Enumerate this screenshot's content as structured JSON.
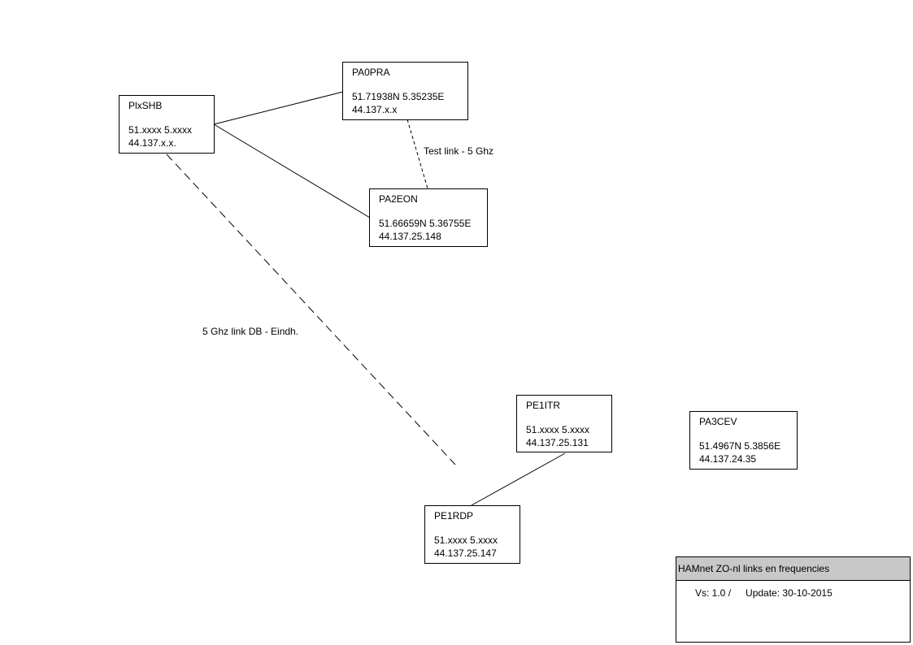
{
  "nodes": {
    "plxshb": {
      "name": "PlxSHB",
      "coords": "51.xxxx  5.xxxx",
      "ip": "44.137.x.x."
    },
    "pa0pra": {
      "name": "PA0PRA",
      "coords": "51.71938N   5.35235E",
      "ip": "44.137.x.x"
    },
    "pa2eon": {
      "name": "PA2EON",
      "coords": "51.66659N 5.36755E",
      "ip": "44.137.25.148"
    },
    "pe1itr": {
      "name": "PE1ITR",
      "coords": "51.xxxx  5.xxxx",
      "ip": "44.137.25.131"
    },
    "pa3cev": {
      "name": "PA3CEV",
      "coords": "51.4967N  5.3856E",
      "ip": "44.137.24.35"
    },
    "pe1rdp": {
      "name": "PE1RDP",
      "coords": "51.xxxx  5.xxxx",
      "ip": "44.137.25.147"
    }
  },
  "links": [
    {
      "from": "PlxSHB",
      "to": "PA0PRA",
      "style": "solid"
    },
    {
      "from": "PlxSHB",
      "to": "PA2EON",
      "style": "solid"
    },
    {
      "from": "PA0PRA",
      "to": "PA2EON",
      "style": "dashed",
      "label": "Test link - 5 Ghz"
    },
    {
      "from": "PlxSHB",
      "to": "PE1RDP",
      "style": "dashed",
      "label": "5 Ghz link DB - Eindh."
    },
    {
      "from": "PE1ITR",
      "to": "PE1RDP",
      "style": "solid"
    }
  ],
  "legend": {
    "title": "HAMnet ZO-nl links en frequencies",
    "version": "Vs: 1.0 /",
    "update": "Update: 30-10-2015"
  }
}
